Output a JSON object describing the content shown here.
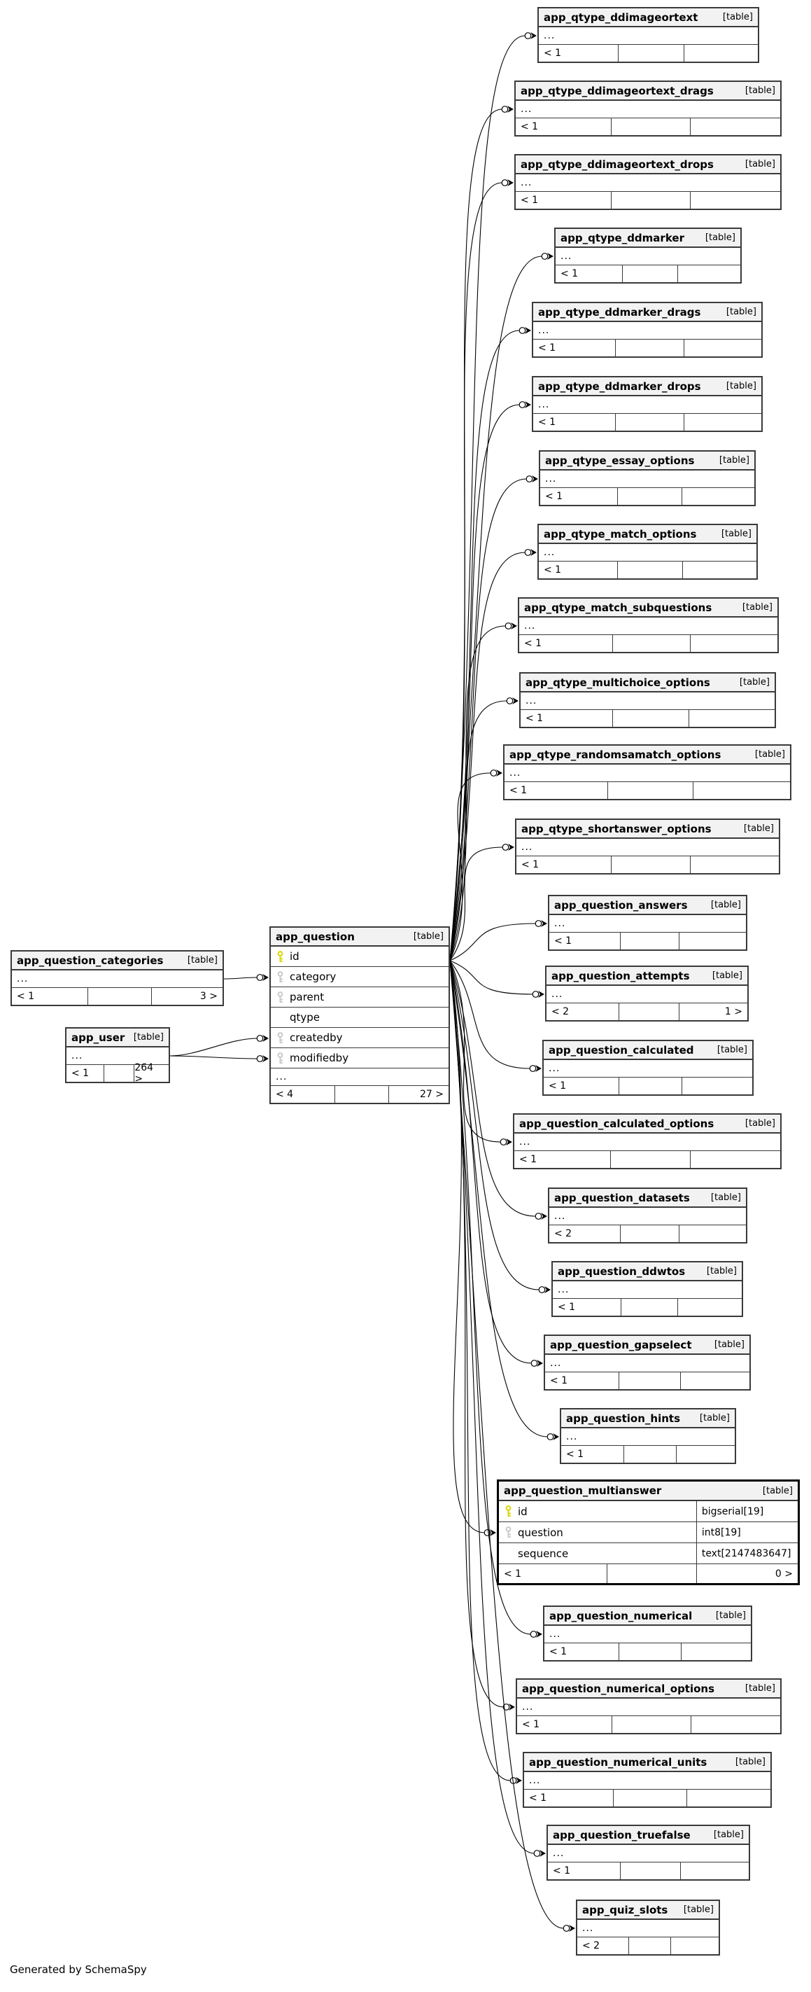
{
  "footer": "Generated by SchemaSpy",
  "center_table": {
    "name": "app_question",
    "tag": "[table]",
    "ellipsis": "...",
    "fields": [
      {
        "icon": "primary-key",
        "name": "id"
      },
      {
        "icon": "foreign-key",
        "name": "category"
      },
      {
        "icon": "foreign-key",
        "name": "parent"
      },
      {
        "icon": "",
        "name": "qtype"
      },
      {
        "icon": "foreign-key",
        "name": "createdby"
      },
      {
        "icon": "foreign-key",
        "name": "modifiedby"
      }
    ],
    "stats": {
      "left": "< 4",
      "right": "27 >"
    }
  },
  "left_tables": [
    {
      "name": "app_question_categories",
      "tag": "[table]",
      "ellipsis": "...",
      "stats": {
        "left": "< 1",
        "right": "3 >"
      }
    },
    {
      "name": "app_user",
      "tag": "[table]",
      "ellipsis": "...",
      "stats": {
        "left": "< 1",
        "right": "264 >"
      }
    }
  ],
  "right_tables": [
    {
      "name": "app_qtype_ddimageortext",
      "tag": "[table]",
      "ellipsis": "...",
      "stats": {
        "left": "< 1",
        "right": ""
      }
    },
    {
      "name": "app_qtype_ddimageortext_drags",
      "tag": "[table]",
      "ellipsis": "...",
      "stats": {
        "left": "< 1",
        "right": ""
      }
    },
    {
      "name": "app_qtype_ddimageortext_drops",
      "tag": "[table]",
      "ellipsis": "...",
      "stats": {
        "left": "< 1",
        "right": ""
      }
    },
    {
      "name": "app_qtype_ddmarker",
      "tag": "[table]",
      "ellipsis": "...",
      "stats": {
        "left": "< 1",
        "right": ""
      }
    },
    {
      "name": "app_qtype_ddmarker_drags",
      "tag": "[table]",
      "ellipsis": "...",
      "stats": {
        "left": "< 1",
        "right": ""
      }
    },
    {
      "name": "app_qtype_ddmarker_drops",
      "tag": "[table]",
      "ellipsis": "...",
      "stats": {
        "left": "< 1",
        "right": ""
      }
    },
    {
      "name": "app_qtype_essay_options",
      "tag": "[table]",
      "ellipsis": "...",
      "stats": {
        "left": "< 1",
        "right": ""
      }
    },
    {
      "name": "app_qtype_match_options",
      "tag": "[table]",
      "ellipsis": "...",
      "stats": {
        "left": "< 1",
        "right": ""
      }
    },
    {
      "name": "app_qtype_match_subquestions",
      "tag": "[table]",
      "ellipsis": "...",
      "stats": {
        "left": "< 1",
        "right": ""
      }
    },
    {
      "name": "app_qtype_multichoice_options",
      "tag": "[table]",
      "ellipsis": "...",
      "stats": {
        "left": "< 1",
        "right": ""
      }
    },
    {
      "name": "app_qtype_randomsamatch_options",
      "tag": "[table]",
      "ellipsis": "...",
      "stats": {
        "left": "< 1",
        "right": ""
      }
    },
    {
      "name": "app_qtype_shortanswer_options",
      "tag": "[table]",
      "ellipsis": "...",
      "stats": {
        "left": "< 1",
        "right": ""
      }
    },
    {
      "name": "app_question_answers",
      "tag": "[table]",
      "ellipsis": "...",
      "stats": {
        "left": "< 1",
        "right": ""
      }
    },
    {
      "name": "app_question_attempts",
      "tag": "[table]",
      "ellipsis": "...",
      "stats": {
        "left": "< 2",
        "right": "1 >"
      }
    },
    {
      "name": "app_question_calculated",
      "tag": "[table]",
      "ellipsis": "...",
      "stats": {
        "left": "< 1",
        "right": ""
      }
    },
    {
      "name": "app_question_calculated_options",
      "tag": "[table]",
      "ellipsis": "...",
      "stats": {
        "left": "< 1",
        "right": ""
      }
    },
    {
      "name": "app_question_datasets",
      "tag": "[table]",
      "ellipsis": "...",
      "stats": {
        "left": "< 2",
        "right": ""
      }
    },
    {
      "name": "app_question_ddwtos",
      "tag": "[table]",
      "ellipsis": "...",
      "stats": {
        "left": "< 1",
        "right": ""
      }
    },
    {
      "name": "app_question_gapselect",
      "tag": "[table]",
      "ellipsis": "...",
      "stats": {
        "left": "< 1",
        "right": ""
      }
    },
    {
      "name": "app_question_hints",
      "tag": "[table]",
      "ellipsis": "...",
      "stats": {
        "left": "< 1",
        "right": ""
      }
    },
    {
      "name": "app_question_multianswer",
      "tag": "[table]",
      "focus": true,
      "fields": [
        {
          "icon": "primary-key",
          "name": "id",
          "type": "bigserial[19]"
        },
        {
          "icon": "foreign-key",
          "name": "question",
          "type": "int8[19]"
        },
        {
          "icon": "",
          "name": "sequence",
          "type": "text[2147483647]"
        }
      ],
      "stats": {
        "left": "< 1",
        "right": "0 >"
      }
    },
    {
      "name": "app_question_numerical",
      "tag": "[table]",
      "ellipsis": "...",
      "stats": {
        "left": "< 1",
        "right": ""
      }
    },
    {
      "name": "app_question_numerical_options",
      "tag": "[table]",
      "ellipsis": "...",
      "stats": {
        "left": "< 1",
        "right": ""
      }
    },
    {
      "name": "app_question_numerical_units",
      "tag": "[table]",
      "ellipsis": "...",
      "stats": {
        "left": "< 1",
        "right": ""
      }
    },
    {
      "name": "app_question_truefalse",
      "tag": "[table]",
      "ellipsis": "...",
      "stats": {
        "left": "< 1",
        "right": ""
      }
    },
    {
      "name": "app_quiz_slots",
      "tag": "[table]",
      "ellipsis": "...",
      "stats": {
        "left": "< 2",
        "right": ""
      }
    }
  ],
  "colors": {
    "header_bg": "#f2f2f2",
    "border": "#3a3a3a",
    "focus_border": "#000000",
    "relationship_line": "#000000",
    "primary_key": "#d9d400",
    "foreign_key": "#c9c9c9"
  }
}
